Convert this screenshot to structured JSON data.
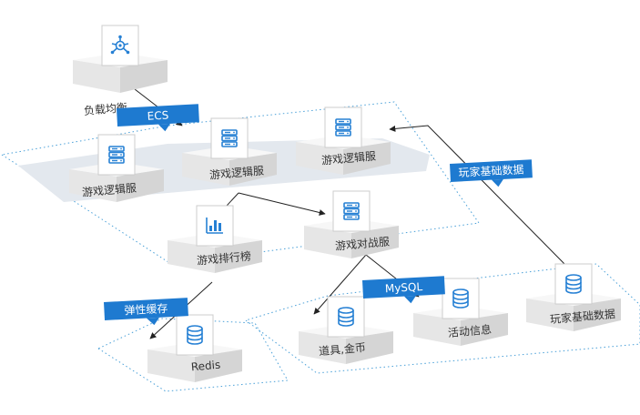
{
  "colors": {
    "accent": "#2680d4",
    "tag_bg": "#1e7ad0",
    "zone_fill": "#e3e8ee",
    "zone_border": "#4aa0d8",
    "card_top": "#f7f7f7",
    "card_front": "#e6e6e6",
    "card_side": "#d5d5d5",
    "label_text": "#333333",
    "line": "#222222"
  },
  "nodes": [
    {
      "id": "lb",
      "label": "负载均衡",
      "icon": "network-hub-icon"
    },
    {
      "id": "game1",
      "label": "游戏逻辑服",
      "icon": "server-icon"
    },
    {
      "id": "game2",
      "label": "游戏逻辑服",
      "icon": "server-icon"
    },
    {
      "id": "game3",
      "label": "游戏逻辑服",
      "icon": "server-icon"
    },
    {
      "id": "rank",
      "label": "游戏排行榜",
      "icon": "bar-chart-icon"
    },
    {
      "id": "battle",
      "label": "游戏对战服",
      "icon": "server-icon"
    },
    {
      "id": "redis",
      "label": "Redis",
      "icon": "database-icon"
    },
    {
      "id": "items",
      "label": "道具,金币",
      "icon": "database-icon"
    },
    {
      "id": "activity",
      "label": "活动信息",
      "icon": "database-icon"
    },
    {
      "id": "player_db",
      "label": "玩家基础数据",
      "icon": "database-icon"
    }
  ],
  "tags": [
    {
      "id": "ecs",
      "label": "ECS"
    },
    {
      "id": "cache",
      "label": "弹性缓存"
    },
    {
      "id": "mysql",
      "label": "MySQL"
    },
    {
      "id": "player",
      "label": "玩家基础数据"
    }
  ]
}
